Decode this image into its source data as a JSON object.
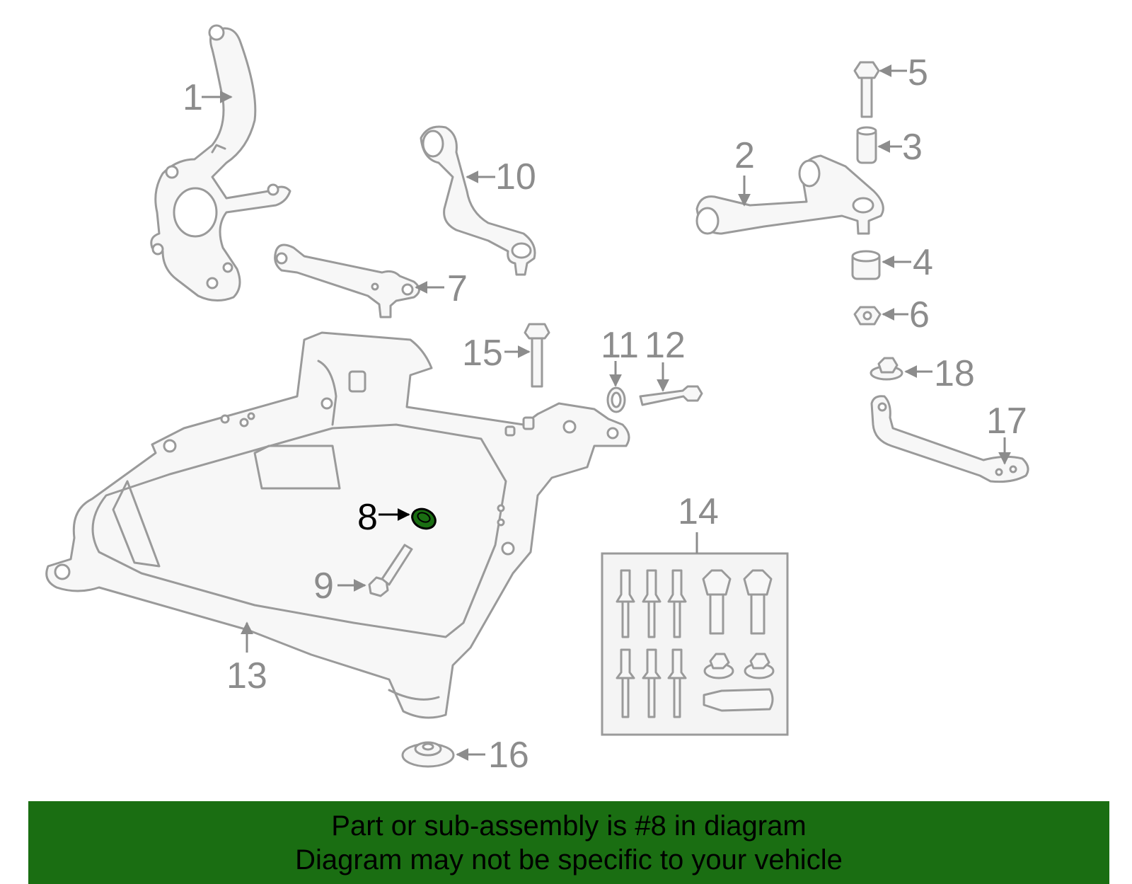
{
  "callouts": {
    "p1": "1",
    "p2": "2",
    "p3": "3",
    "p4": "4",
    "p5": "5",
    "p6": "6",
    "p7": "7",
    "p8": "8",
    "p9": "9",
    "p10": "10",
    "p11": "11",
    "p12": "12",
    "p13": "13",
    "p14": "14",
    "p15": "15",
    "p16": "16",
    "p17": "17",
    "p18": "18"
  },
  "highlight_color": "#1a6e12",
  "banner": {
    "line1": "Part or sub-assembly is #8 in diagram",
    "line2": "Diagram may not be specific to your vehicle"
  }
}
